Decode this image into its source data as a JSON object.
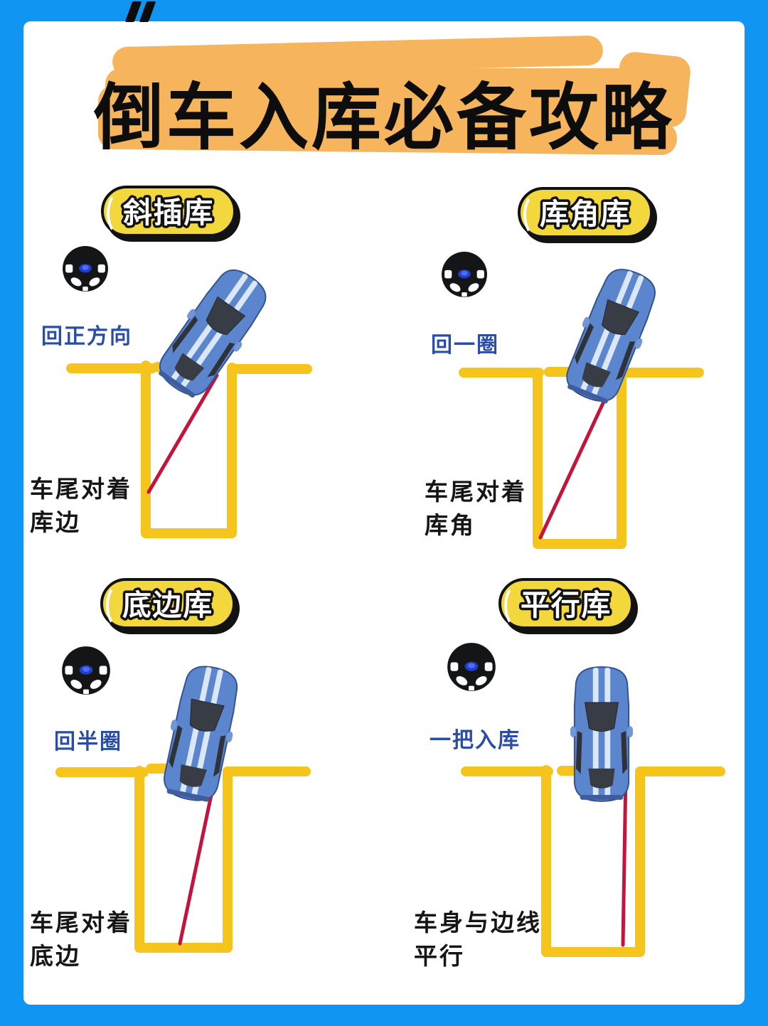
{
  "title": "倒车入库必备攻略",
  "sections": [
    {
      "badge": "斜插库",
      "instruction": "回正方向",
      "note_line1": "车尾对着",
      "note_line2": "库边"
    },
    {
      "badge": "库角库",
      "instruction": "回一圈",
      "note_line1": "车尾对着",
      "note_line2": "库角"
    },
    {
      "badge": "底边库",
      "instruction": "回半圈",
      "note_line1": "车尾对着",
      "note_line2": "底边"
    },
    {
      "badge": "平行库",
      "instruction": "一把入库",
      "note_line1": "车身与边线",
      "note_line2": "平行"
    }
  ],
  "colors": {
    "frame_blue": "#1095F2",
    "card_white": "#FFFFFF",
    "badge_yellow": "#F2D83C",
    "highlight_orange": "#F6B55C",
    "lane_yellow": "#F5C51D",
    "trajectory_red": "#C2143C",
    "instruction_blue": "#2B4DA6",
    "note_black": "#151515",
    "car_blue": "#5B86CE",
    "car_stripe": "#D9E7F6",
    "car_window": "#383D45"
  }
}
